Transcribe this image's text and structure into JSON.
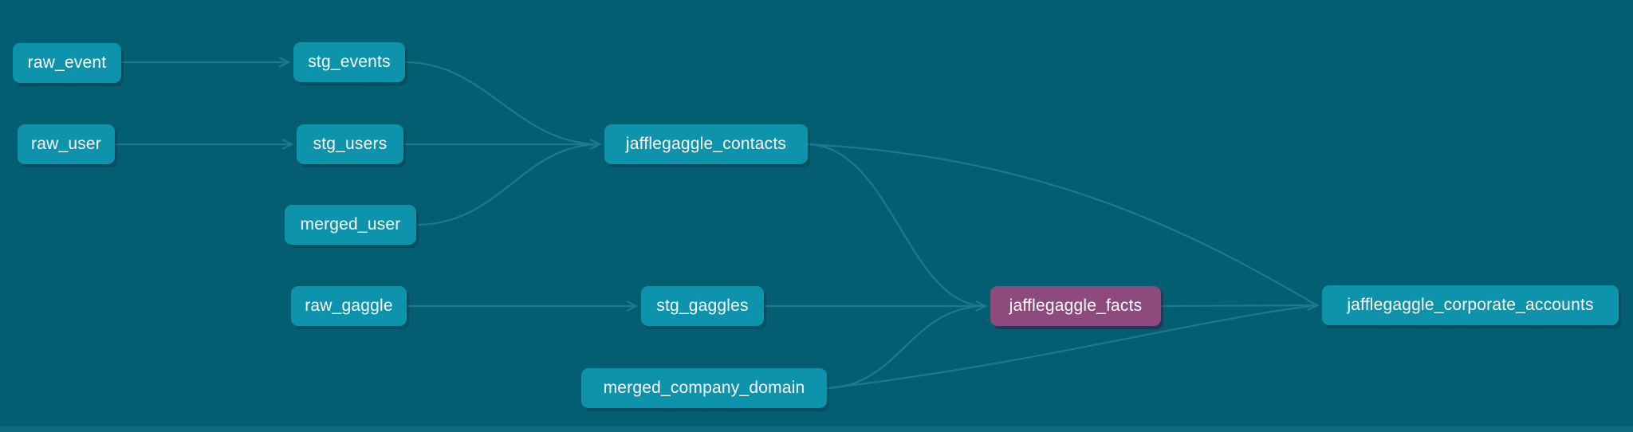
{
  "graph": {
    "description": "data lineage graph",
    "colors": {
      "background": "#045e72",
      "node_fill": "#0d93ac",
      "node_highlight_fill": "#8d4a7d",
      "node_text": "#ffffff",
      "edge_stroke": "#1b7a90"
    },
    "nodes": [
      {
        "id": "raw_event",
        "label": "raw_event",
        "accent": "teal"
      },
      {
        "id": "stg_events",
        "label": "stg_events",
        "accent": "teal"
      },
      {
        "id": "raw_user",
        "label": "raw_user",
        "accent": "teal"
      },
      {
        "id": "stg_users",
        "label": "stg_users",
        "accent": "teal"
      },
      {
        "id": "merged_user",
        "label": "merged_user",
        "accent": "teal"
      },
      {
        "id": "jafflegaggle_contacts",
        "label": "jafflegaggle_contacts",
        "accent": "teal"
      },
      {
        "id": "raw_gaggle",
        "label": "raw_gaggle",
        "accent": "teal"
      },
      {
        "id": "stg_gaggles",
        "label": "stg_gaggles",
        "accent": "teal"
      },
      {
        "id": "jafflegaggle_facts",
        "label": "jafflegaggle_facts",
        "accent": "purple"
      },
      {
        "id": "jafflegaggle_corporate_accounts",
        "label": "jafflegaggle_corporate_accounts",
        "accent": "teal"
      },
      {
        "id": "merged_company_domain",
        "label": "merged_company_domain",
        "accent": "teal"
      }
    ],
    "edges": [
      {
        "source": "raw_event",
        "target": "stg_events"
      },
      {
        "source": "raw_user",
        "target": "stg_users"
      },
      {
        "source": "stg_events",
        "target": "jafflegaggle_contacts"
      },
      {
        "source": "stg_users",
        "target": "jafflegaggle_contacts"
      },
      {
        "source": "merged_user",
        "target": "jafflegaggle_contacts"
      },
      {
        "source": "raw_gaggle",
        "target": "stg_gaggles"
      },
      {
        "source": "stg_gaggles",
        "target": "jafflegaggle_facts"
      },
      {
        "source": "jafflegaggle_contacts",
        "target": "jafflegaggle_facts"
      },
      {
        "source": "merged_company_domain",
        "target": "jafflegaggle_facts"
      },
      {
        "source": "jafflegaggle_facts",
        "target": "jafflegaggle_corporate_accounts"
      },
      {
        "source": "jafflegaggle_contacts",
        "target": "jafflegaggle_corporate_accounts"
      },
      {
        "source": "merged_company_domain",
        "target": "jafflegaggle_corporate_accounts"
      }
    ]
  }
}
